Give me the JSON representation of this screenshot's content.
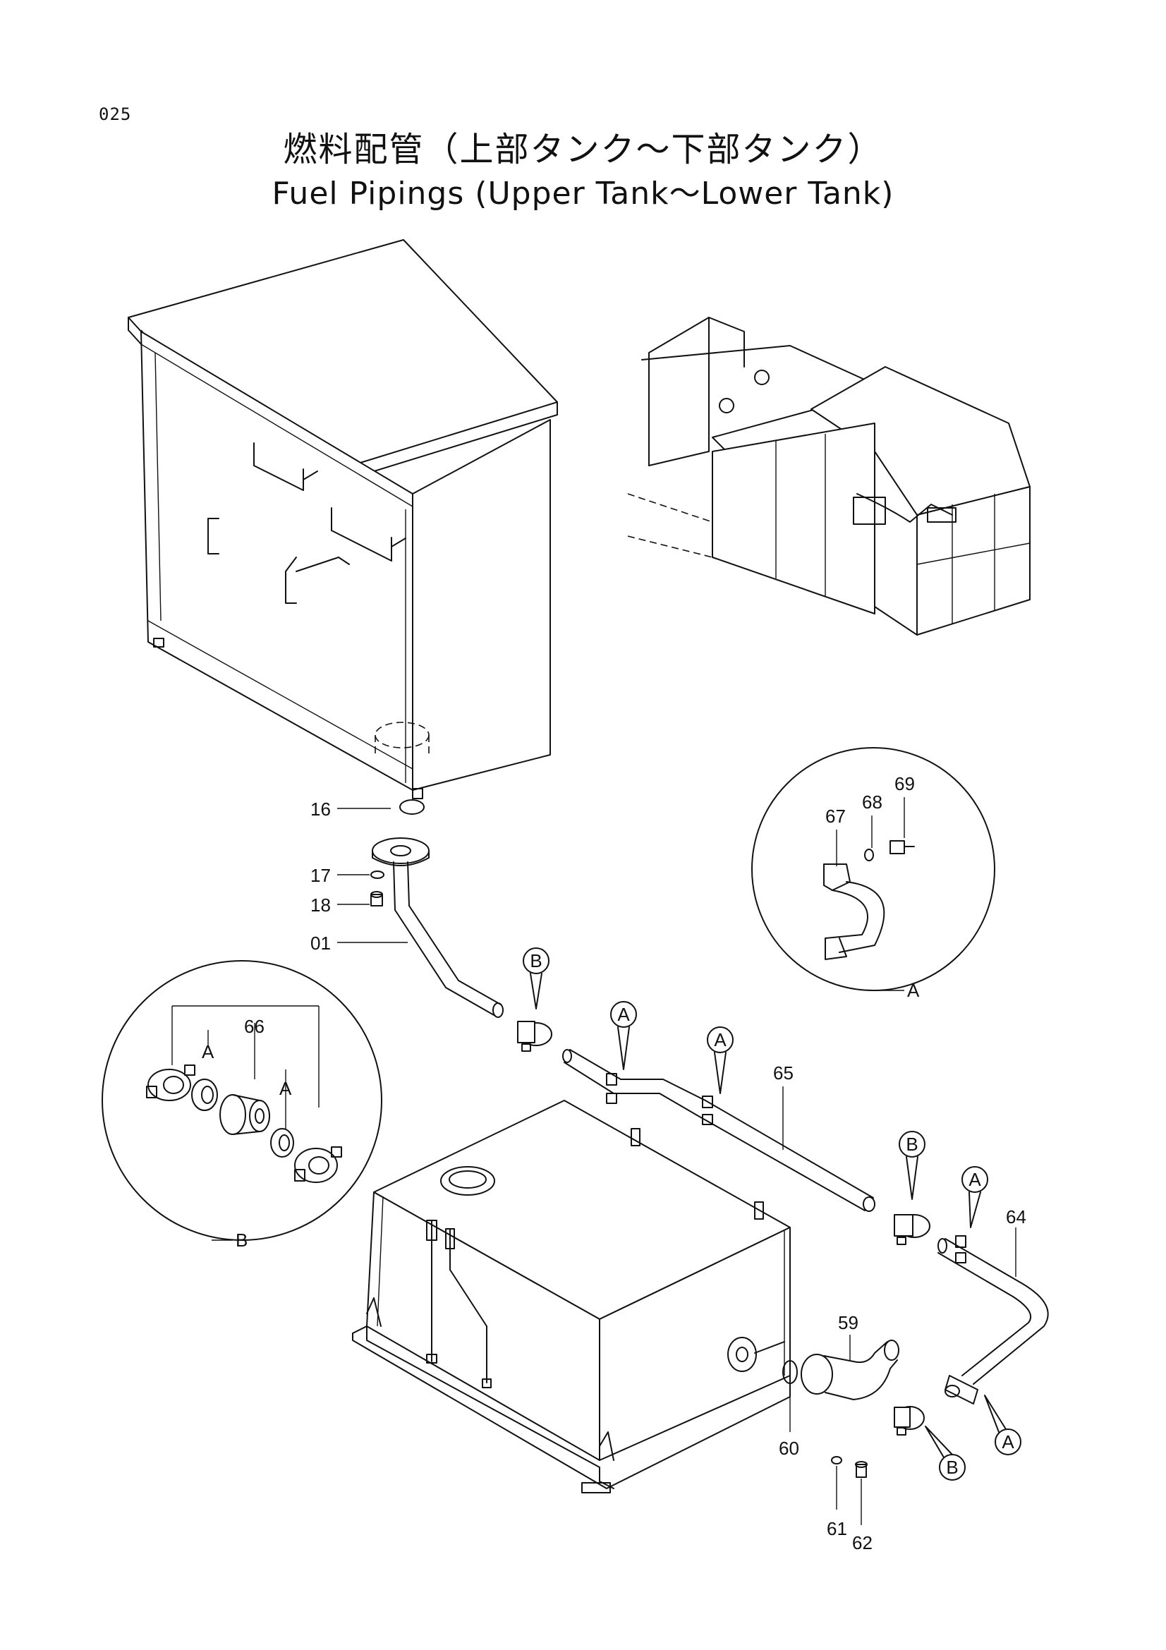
{
  "header": {
    "page_number": "025",
    "title_jp": "燃料配管（上部タンク〜下部タンク）",
    "title_en": "Fuel Pipings (Upper Tank〜Lower Tank)"
  },
  "part_labels": {
    "p16": "16",
    "p17": "17",
    "p18": "18",
    "p01": "01",
    "p65": "65",
    "p64": "64",
    "p59": "59",
    "p60": "60",
    "p61": "61",
    "p62": "62",
    "p66": "66",
    "p67": "67",
    "p68": "68",
    "p69": "69"
  },
  "callouts": {
    "A": "A",
    "B": "B"
  },
  "detail_views": {
    "detail_a_label": "A",
    "detail_b_label": "B",
    "detail_b_sub_a": "A"
  }
}
